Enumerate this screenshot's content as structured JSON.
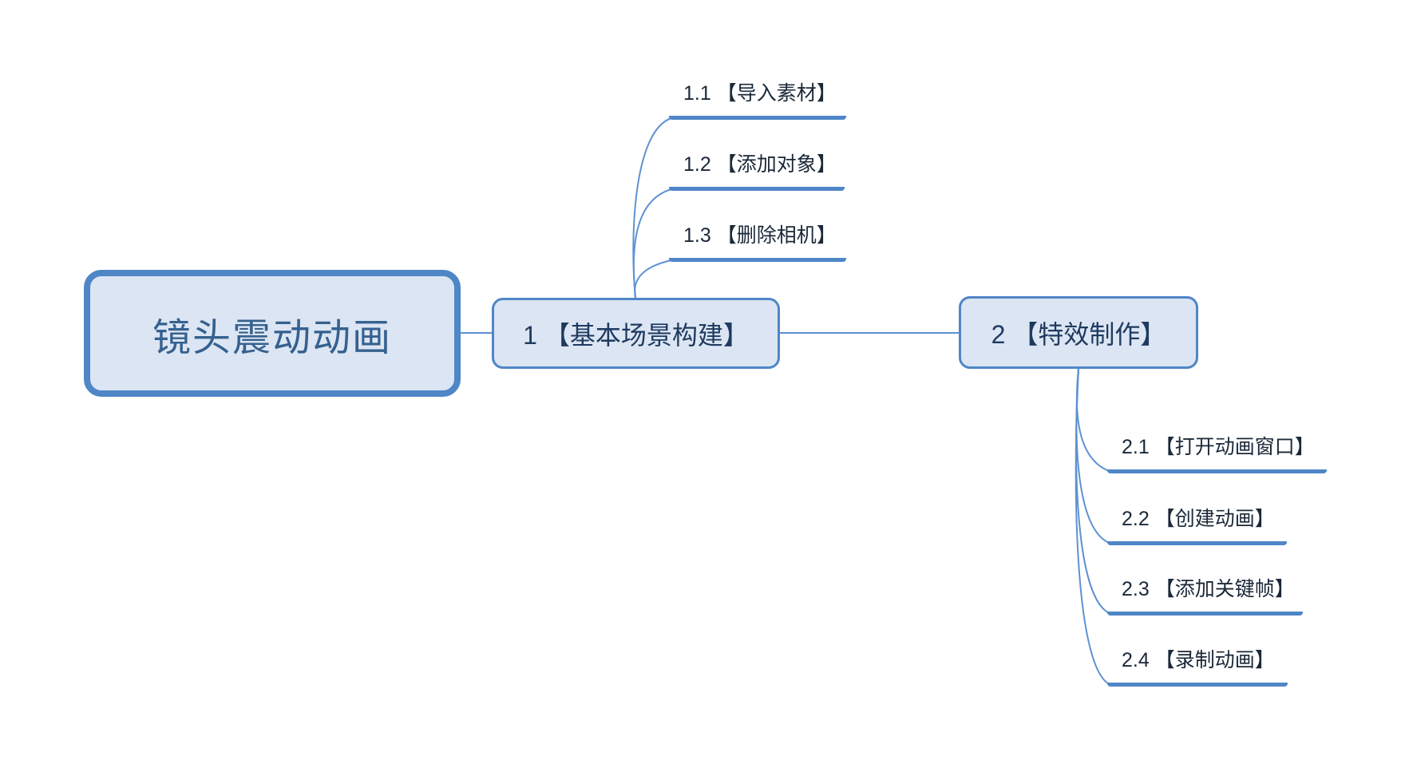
{
  "mindmap": {
    "root": {
      "label": "镜头震动动画"
    },
    "main_topics": [
      {
        "label": "1 【基本场景构建】",
        "children": [
          {
            "label": "1.1 【导入素材】"
          },
          {
            "label": "1.2 【添加对象】"
          },
          {
            "label": "1.3 【删除相机】"
          }
        ]
      },
      {
        "label": "2 【特效制作】",
        "children": [
          {
            "label": "2.1 【打开动画窗口】"
          },
          {
            "label": "2.2 【创建动画】"
          },
          {
            "label": "2.3 【添加关键帧】"
          },
          {
            "label": "2.4 【录制动画】"
          }
        ]
      }
    ],
    "colors": {
      "node_border": "#4f86c6",
      "node_fill": "#dce5f3",
      "connector_line": "#5e92d2",
      "subtopic_underline": "#4e86c8",
      "root_text": "#35618f",
      "main_topic_text": "#1e3a5f",
      "subtopic_text": "#1b2838",
      "background": "#ffffff"
    }
  }
}
